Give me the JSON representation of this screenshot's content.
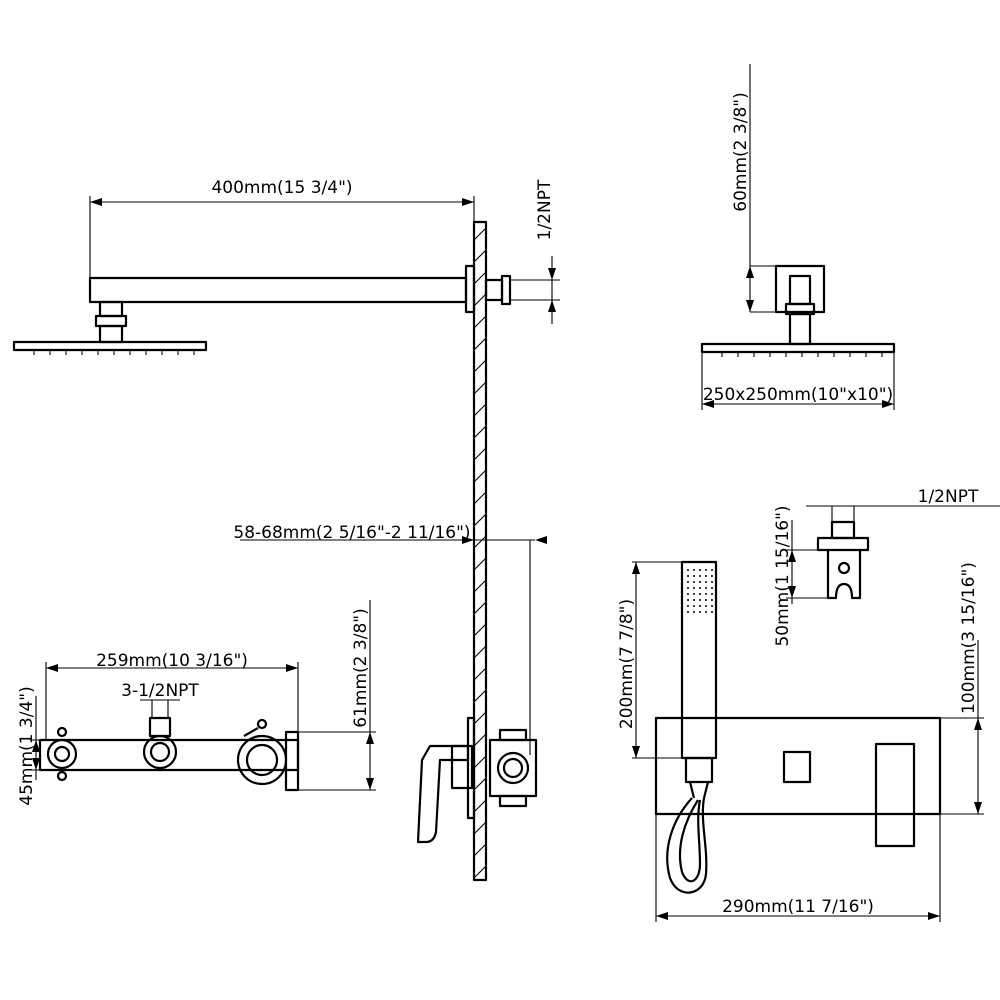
{
  "dimensions": {
    "arm_length": "400mm(15 3/4\")",
    "thread_top": "1/2NPT",
    "head_height": "60mm(2 3/8\")",
    "head_size": "250x250mm(10\"x10\")",
    "wall_depth": "58-68mm(2 5/16\"-2 11/16\")",
    "holder_thread": "1/2NPT",
    "holder_height": "50mm(1 15/16\")",
    "valve_width": "259mm(10 3/16\")",
    "valve_thread": "3-1/2NPT",
    "valve_depth": "61mm(2 3/8\")",
    "valve_side": "45mm(1 3/4\")",
    "handshower_length": "200mm(7 7/8\")",
    "plate_height": "100mm(3 15/16\")",
    "plate_width": "290mm(11 7/16\")"
  }
}
